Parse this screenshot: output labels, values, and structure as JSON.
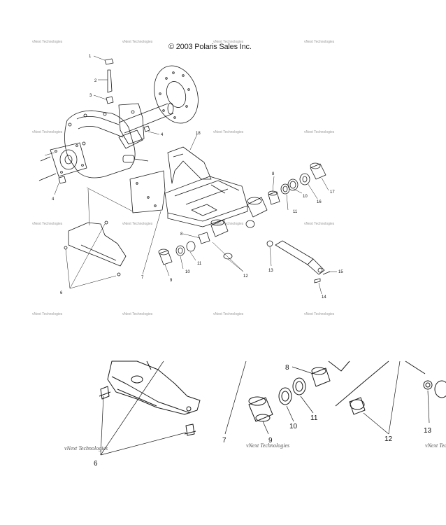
{
  "header": {
    "copyright": "© 2003 Polaris Sales Inc."
  },
  "watermark_text": "vNext Technologies",
  "callouts_top": [
    "1",
    "2",
    "3",
    "4",
    "4",
    "18",
    "8",
    "10",
    "11",
    "16",
    "17",
    "9",
    "10",
    "11",
    "8",
    "7",
    "12",
    "13",
    "15",
    "14",
    "6"
  ],
  "callouts_detail": [
    "8",
    "9",
    "10",
    "11",
    "12",
    "13",
    "6",
    "7"
  ],
  "colors": {
    "ink": "#1a1a1a",
    "paper": "#ffffff",
    "watermark": "#9a9a9a"
  }
}
